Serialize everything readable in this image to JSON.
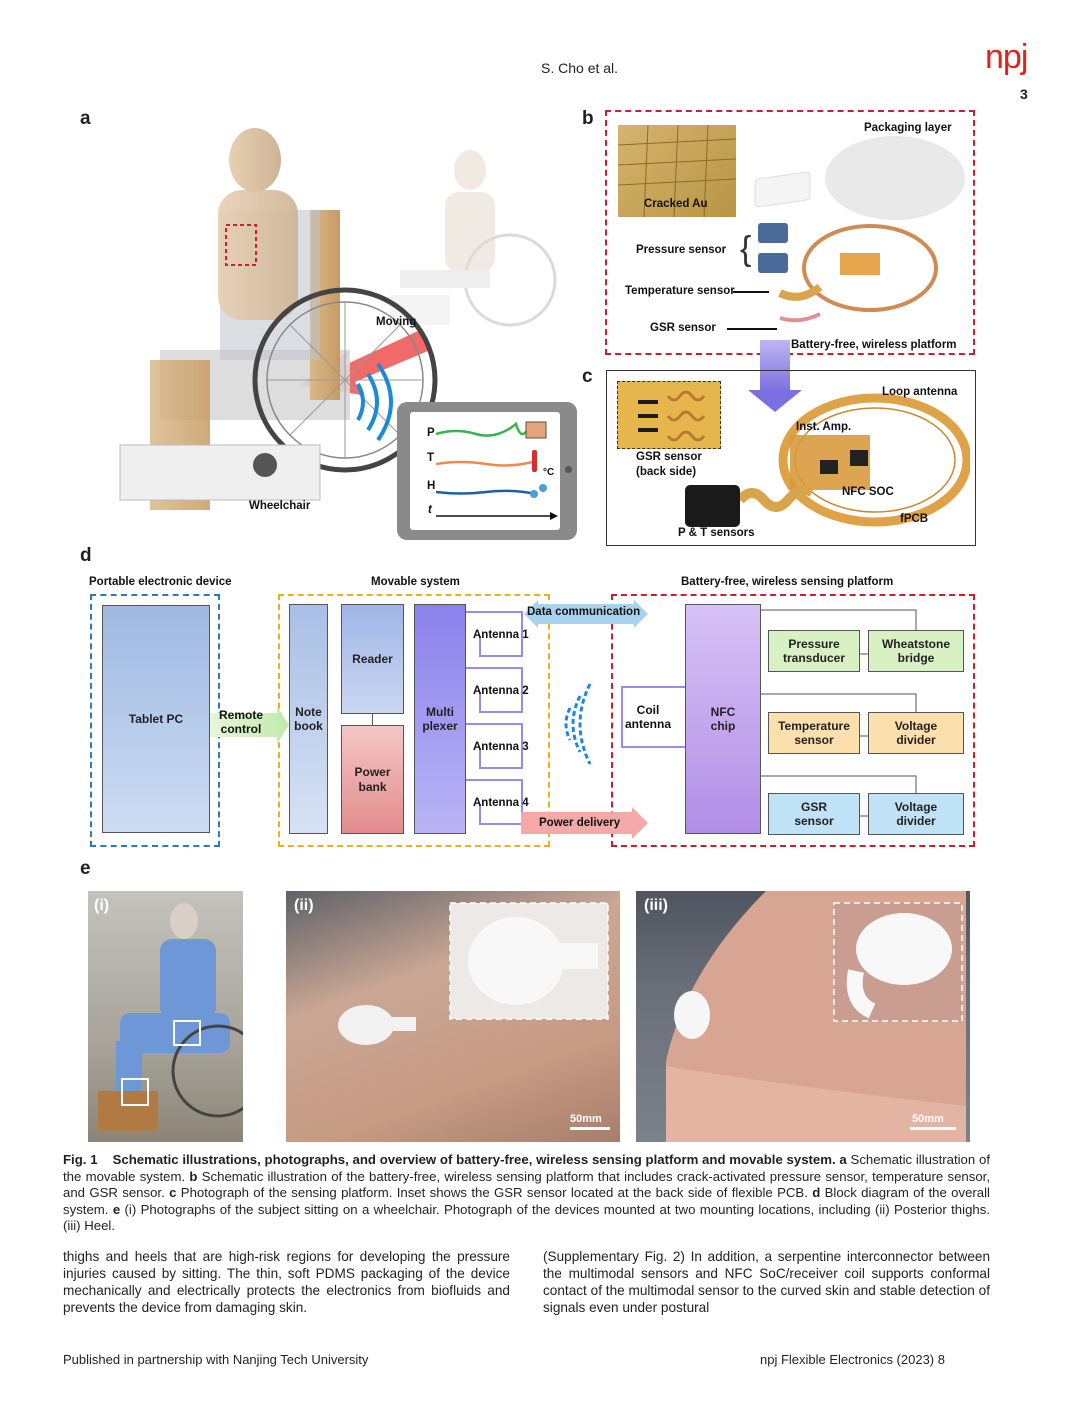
{
  "header": {
    "author": "S. Cho et al.",
    "logo": "npj",
    "page_number": "3"
  },
  "panels": {
    "a": "a",
    "b": "b",
    "c": "c",
    "d": "d",
    "e": "e"
  },
  "panel_a": {
    "moving": "Moving",
    "wheelchair": "Wheelchair",
    "tablet_rows": [
      "P",
      "T",
      "H"
    ],
    "tablet_time": "t",
    "celsius": "°C"
  },
  "panel_b": {
    "packaging_layer": "Packaging layer",
    "cracked_au": "Cracked Au",
    "pressure_sensor": "Pressure sensor",
    "temperature_sensor": "Temperature sensor",
    "gsr_sensor": "GSR sensor",
    "platform": "Battery-free, wireless platform"
  },
  "panel_c": {
    "loop_antenna": "Loop antenna",
    "inst_amp": "Inst. Amp.",
    "gsr_back_1": "GSR sensor",
    "gsr_back_2": "(back side)",
    "nfc_soc": "NFC SOC",
    "fpcb": "fPCB",
    "pt_sensors": "P & T sensors"
  },
  "panel_d": {
    "group_portable": "Portable electronic device",
    "group_movable": "Movable system",
    "group_platform": "Battery-free, wireless sensing platform",
    "tablet_pc": "Tablet PC",
    "remote_1": "Remote",
    "remote_2": "control",
    "notebook_1": "Note",
    "notebook_2": "book",
    "reader": "Reader",
    "power_bank_1": "Power",
    "power_bank_2": "bank",
    "multiplexer_1": "Multi",
    "multiplexer_2": "plexer",
    "antennas": [
      "Antenna 1",
      "Antenna 2",
      "Antenna 3",
      "Antenna 4"
    ],
    "data_comm": "Data communication",
    "power_delivery": "Power delivery",
    "coil_1": "Coil",
    "coil_2": "antenna",
    "nfc_1": "NFC",
    "nfc_2": "chip",
    "pressure_1": "Pressure",
    "pressure_2": "transducer",
    "wheatstone_1": "Wheatstone",
    "wheatstone_2": "bridge",
    "temp_1": "Temperature",
    "temp_2": "sensor",
    "voltage_1": "Voltage",
    "voltage_2": "divider",
    "gsr_1": "GSR",
    "gsr_2": "sensor"
  },
  "panel_e": {
    "i": "(i)",
    "ii": "(ii)",
    "iii": "(iii)",
    "scale": "50mm"
  },
  "caption": {
    "fig": "Fig. 1",
    "title": "Schematic illustrations, photographs, and overview of battery-free, wireless sensing platform and movable system.",
    "a_letter": "a",
    "a_text": " Schematic illustration of the movable system. ",
    "b_letter": "b",
    "b_text": " Schematic illustration of the battery-free, wireless sensing platform that includes crack-activated pressure sensor, temperature sensor, and GSR sensor. ",
    "c_letter": "c",
    "c_text": " Photograph of the sensing platform. Inset shows the GSR sensor located at the back side of flexible PCB. ",
    "d_letter": "d",
    "d_text": " Block diagram of the overall system. ",
    "e_letter": "e",
    "e_text": " (i) Photographs of the subject sitting on a wheelchair. Photograph of the devices mounted at two mounting locations, including (ii) Posterior thighs. (iii) Heel."
  },
  "body": {
    "left": "thighs and heels that are high-risk regions for developing the pressure injuries caused by sitting. The thin, soft PDMS packaging of the device mechanically and electrically protects the electronics from biofluids and prevents the device from damaging skin.",
    "right": "(Supplementary Fig. 2) In addition, a serpentine interconnector between the multimodal sensors and NFC SoC/receiver coil supports conformal contact of the multimodal sensor to the curved skin and stable detection of signals even under postural"
  },
  "footer": {
    "left": "Published in partnership with Nanjing Tech University",
    "right": "npj Flexible Electronics (2023) 8"
  },
  "colors": {
    "brand_red": "#e2231a",
    "dash_red": "#c8202f",
    "dash_blue": "#2b7bb9",
    "dash_yellow": "#e8b21a"
  }
}
